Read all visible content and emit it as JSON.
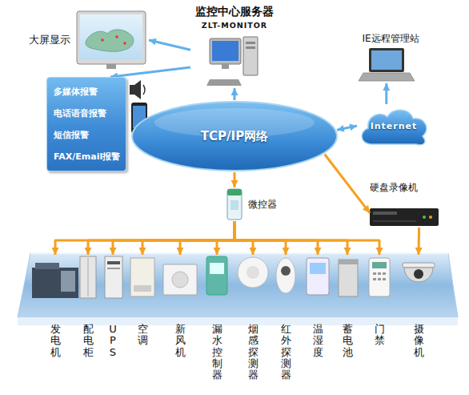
{
  "diagram": {
    "nodes": [
      {
        "text": [
          "监控中心服务器",
          "ZLT-MONITOR"
        ]
      },
      {
        "text": [
          "大屏显示"
        ]
      },
      {
        "text": [
          "多媒体报警",
          "电话语音报警",
          "短信报警",
          "FAX/Email报警"
        ]
      },
      {
        "text": [
          "IE远程管理站"
        ]
      },
      {
        "text": [
          "TCP/IP网络"
        ]
      },
      {
        "text": [
          "Internet"
        ]
      },
      {
        "text": [
          "微控器"
        ]
      },
      {
        "text": [
          "硬盘录像机"
        ]
      },
      {
        "text": [
          "发电机"
        ]
      },
      {
        "text": [
          "配电柜"
        ]
      },
      {
        "text": [
          "UPS"
        ]
      },
      {
        "text": [
          "空调"
        ]
      },
      {
        "text": [
          "新风机"
        ]
      },
      {
        "text": [
          "漏水控制器"
        ]
      },
      {
        "text": [
          "烟感探测器"
        ]
      },
      {
        "text": [
          "红外探测器"
        ]
      },
      {
        "text": [
          "温湿度"
        ]
      },
      {
        "text": [
          "蓄电池"
        ]
      },
      {
        "text": [
          "门禁"
        ]
      },
      {
        "text": [
          "摄像机"
        ]
      }
    ],
    "edges": [
      {
        "from": 4,
        "to": 0,
        "arrow": "to"
      },
      {
        "from": 0,
        "to": 1,
        "arrow": "to"
      },
      {
        "from": 0,
        "to": 2,
        "arrow": "to"
      },
      {
        "from": 4,
        "to": 5,
        "arrow": "both"
      },
      {
        "from": 5,
        "to": 3,
        "arrow": "to"
      },
      {
        "from": 4,
        "to": 6,
        "arrow": "to"
      },
      {
        "from": 4,
        "to": 7,
        "arrow": "to"
      },
      {
        "from": 7,
        "to": 19,
        "arrow": "to"
      },
      {
        "from": 6,
        "to": 8,
        "arrow": "to"
      },
      {
        "from": 6,
        "to": 9,
        "arrow": "to"
      },
      {
        "from": 6,
        "to": 10,
        "arrow": "to"
      },
      {
        "from": 6,
        "to": 11,
        "arrow": "to"
      },
      {
        "from": 6,
        "to": 12,
        "arrow": "to"
      },
      {
        "from": 6,
        "to": 13,
        "arrow": "to"
      },
      {
        "from": 6,
        "to": 14,
        "arrow": "to"
      },
      {
        "from": 6,
        "to": 15,
        "arrow": "to"
      },
      {
        "from": 6,
        "to": 16,
        "arrow": "to"
      },
      {
        "from": 6,
        "to": 17,
        "arrow": "to"
      },
      {
        "from": 6,
        "to": 18,
        "arrow": "to"
      }
    ]
  }
}
